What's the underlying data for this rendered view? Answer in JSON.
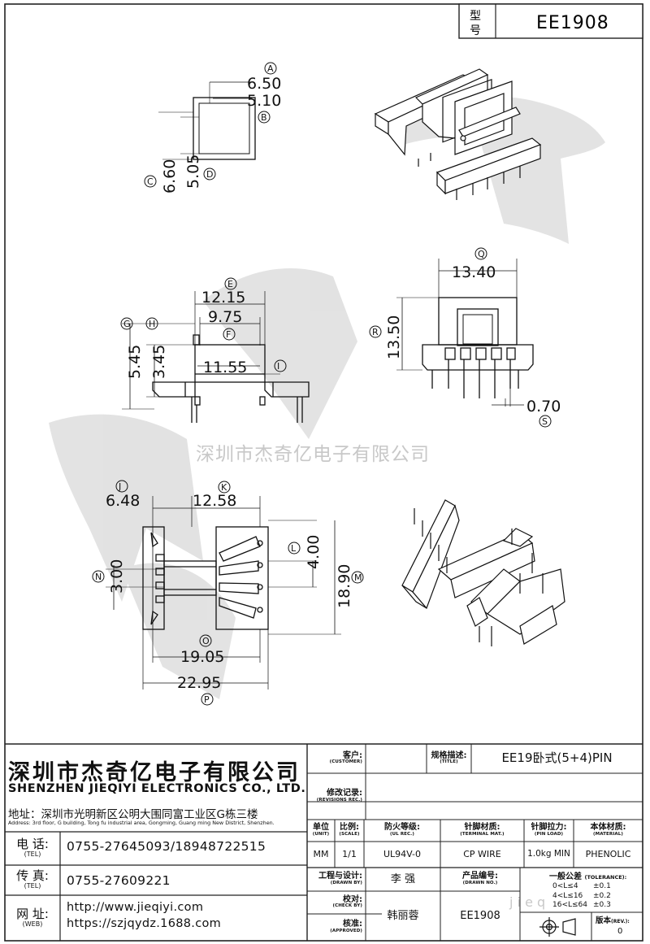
{
  "header": {
    "model_label_1": "型",
    "model_label_2": "号",
    "model_value": "EE1908"
  },
  "watermark": {
    "text": "深圳市杰奇亿电子有限公司",
    "logo": "jieqiyi-logo-mark",
    "url_fragment": "j i e q"
  },
  "drawing": {
    "top_view": {
      "a": "6.50",
      "b": "5.10",
      "c": "6.60",
      "d": "5.05",
      "a_id": "A",
      "b_id": "B",
      "c_id": "C",
      "d_id": "D"
    },
    "front_view": {
      "e": "12.15",
      "f": "9.75",
      "g": "5.45",
      "h": "3.45",
      "i": "11.55",
      "e_id": "E",
      "f_id": "F",
      "g_id": "G",
      "h_id": "H",
      "i_id": "I"
    },
    "side_view": {
      "q": "13.40",
      "r": "13.50",
      "s": "0.70",
      "q_id": "Q",
      "r_id": "R",
      "s_id": "S"
    },
    "bottom_view": {
      "j": "6.48",
      "k": "12.58",
      "l": "4.00",
      "m": "18.90",
      "n": "3.00",
      "o": "19.05",
      "p": "22.95",
      "j_id": "J",
      "k_id": "K",
      "l_id": "L",
      "m_id": "M",
      "n_id": "N",
      "o_id": "O",
      "p_id": "P"
    }
  },
  "company": {
    "name_cn": "深圳市杰奇亿电子有限公司",
    "name_en": "SHENZHEN JIEQIYI ELECTRONICS CO., LTD.",
    "address_cn": "地址：深圳市光明新区公明大围同富工业区G栋三楼",
    "address_en": "Address: 3rd floor, G building, Tong fu industrial area, Gongming, Guang ming New District, Shenzhen.",
    "tel_label_cn": "电 话:",
    "tel_label_en": "(TEL)",
    "tel": "0755-27645093/18948722515",
    "fax_label_cn": "传 真:",
    "fax_label_en": "(TEL)",
    "fax": "0755-27609221",
    "web_label_cn": "网 址:",
    "web_label_en": "(WEB)",
    "web1": "http://www.jieqiyi.com",
    "web2": "https://szjqydz.1688.com"
  },
  "title_block": {
    "customer_cn": "客户:",
    "customer_en": "(CUSTOMER)",
    "customer_value": "",
    "title_cn": "规格描述:",
    "title_en": "(TITLE)",
    "title_value": "EE19卧式(5+4)PIN",
    "rev_rec_cn": "修改记录:",
    "rev_rec_en": "(REVISIONS REC.)",
    "unit_cn": "单位",
    "unit_en": "(UNIT)",
    "unit_value": "MM",
    "scale_cn": "比例:",
    "scale_en": "(SCALE)",
    "scale_value": "1/1",
    "ul_cn": "防火等级:",
    "ul_en": "(UL REC.)",
    "ul_value": "UL94V-0",
    "terminal_cn": "针脚材质:",
    "terminal_en": "(TERMINAL MAT.)",
    "terminal_value": "CP WIRE",
    "pinload_cn": "针脚拉力:",
    "pinload_en": "(PIN LOAD)",
    "pinload_value": "1.0kg MIN",
    "material_cn": "本体材质:",
    "material_en": "(MATERIAL)",
    "material_value": "PHENOLIC",
    "drawn_cn": "工程与设计:",
    "drawn_en": "(DRAWN BY)",
    "drawn_value": "李 强",
    "check_cn": "校对:",
    "check_en": "(CHECK BY)",
    "approved_cn": "核准:",
    "approved_en": "(APPROVED)",
    "approved_value": "韩丽蓉",
    "drawno_cn": "产品编号:",
    "drawno_en": "(DRAWN NO.)",
    "drawno_value": "EE1908",
    "tol_cn": "一般公差",
    "tol_en": "(TOLERANCE):",
    "tol_rows": [
      {
        "range": "0<L≤4",
        "value": "±0.1"
      },
      {
        "range": "4<L≤16",
        "value": "±0.2"
      },
      {
        "range": "16<L≤64",
        "value": "±0.3"
      }
    ],
    "rev_cn": "版本",
    "rev_en": "(REV.):",
    "rev_value": "0"
  }
}
